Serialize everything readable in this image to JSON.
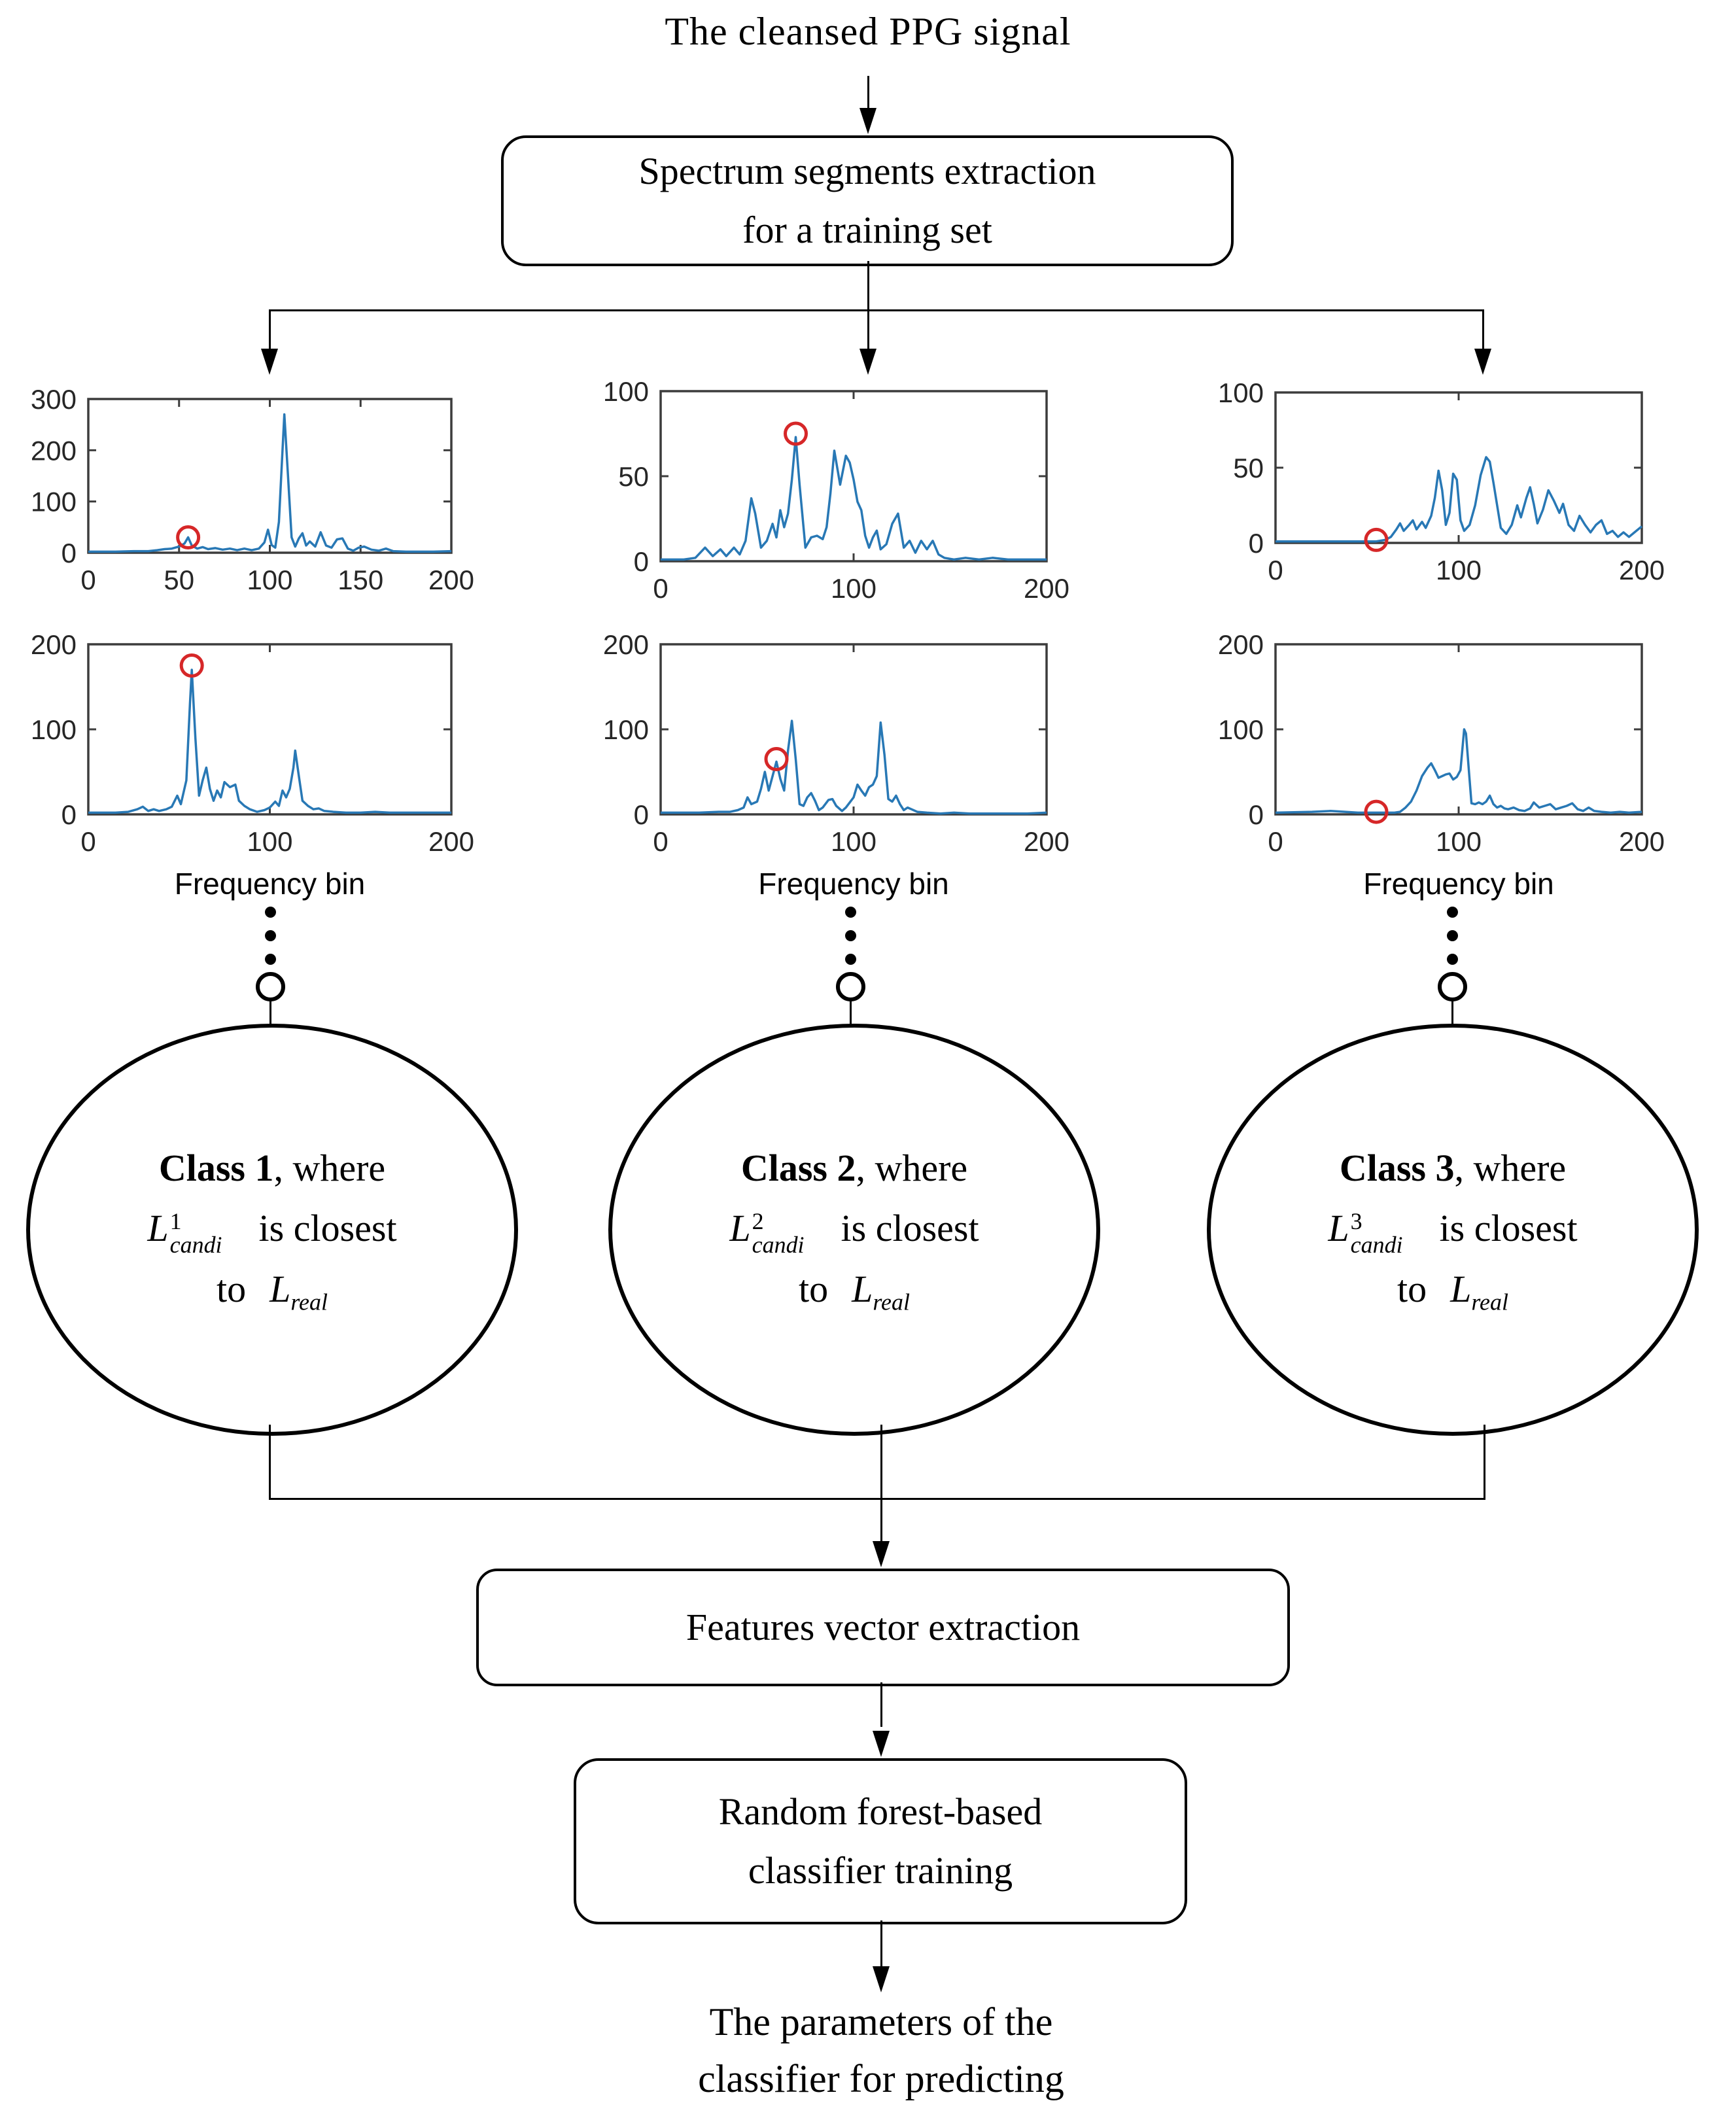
{
  "title": "The cleansed PPG signal",
  "boxes": {
    "spectrum": {
      "line1": "Spectrum segments extraction",
      "line2": "for a training set"
    },
    "features": {
      "line1": "Features vector extraction"
    },
    "random_forest": {
      "line1": "Random forest-based",
      "line2": "classifier training"
    }
  },
  "end_text": {
    "line1": "The parameters of the",
    "line2": "classifier for predicting"
  },
  "phrases": {
    "is_closest": "is closest",
    "to": "to"
  },
  "math": {
    "L": "L",
    "candi_sub": "candi",
    "real_sub": "real"
  },
  "classes": [
    {
      "label": "Class 1",
      "where": ", where",
      "sup": "1"
    },
    {
      "label": "Class 2",
      "where": ", where",
      "sup": "2"
    },
    {
      "label": "Class 3",
      "where": ", where",
      "sup": "3"
    }
  ],
  "colors": {
    "line": "#2878b5",
    "marker": "#d62728",
    "axis": "#3c3c3c",
    "tick_text": "#262626",
    "text": "#000000"
  },
  "chart_data": [
    {
      "id": "spectrum-plot-row1-col1",
      "type": "line",
      "xlim": [
        0,
        200
      ],
      "ylim": [
        0,
        300
      ],
      "xticks": [
        0,
        50,
        100,
        150,
        200
      ],
      "yticks": [
        0,
        100,
        200,
        300
      ],
      "xlabel": "",
      "marker": {
        "x": 55,
        "y": 30
      },
      "points": [
        [
          0,
          2
        ],
        [
          15,
          2
        ],
        [
          25,
          3
        ],
        [
          33,
          3
        ],
        [
          38,
          5
        ],
        [
          42,
          7
        ],
        [
          46,
          8
        ],
        [
          50,
          12
        ],
        [
          53,
          18
        ],
        [
          55,
          30
        ],
        [
          57,
          14
        ],
        [
          60,
          8
        ],
        [
          63,
          11
        ],
        [
          66,
          7
        ],
        [
          70,
          9
        ],
        [
          74,
          6
        ],
        [
          78,
          8
        ],
        [
          82,
          5
        ],
        [
          86,
          8
        ],
        [
          90,
          5
        ],
        [
          94,
          8
        ],
        [
          97,
          20
        ],
        [
          99,
          45
        ],
        [
          101,
          15
        ],
        [
          103,
          10
        ],
        [
          105,
          60
        ],
        [
          107,
          200
        ],
        [
          108,
          270
        ],
        [
          110,
          150
        ],
        [
          112,
          30
        ],
        [
          114,
          12
        ],
        [
          116,
          28
        ],
        [
          118,
          38
        ],
        [
          120,
          14
        ],
        [
          122,
          22
        ],
        [
          125,
          12
        ],
        [
          128,
          40
        ],
        [
          131,
          14
        ],
        [
          134,
          10
        ],
        [
          137,
          26
        ],
        [
          140,
          28
        ],
        [
          143,
          8
        ],
        [
          146,
          4
        ],
        [
          149,
          10
        ],
        [
          152,
          12
        ],
        [
          156,
          6
        ],
        [
          160,
          4
        ],
        [
          164,
          8
        ],
        [
          168,
          3
        ],
        [
          175,
          2
        ],
        [
          182,
          2
        ],
        [
          190,
          2
        ],
        [
          200,
          3
        ]
      ]
    },
    {
      "id": "spectrum-plot-row1-col2",
      "type": "line",
      "xlim": [
        0,
        200
      ],
      "ylim": [
        0,
        100
      ],
      "xticks": [
        0,
        100,
        200
      ],
      "yticks": [
        0,
        50,
        100
      ],
      "xlabel": "",
      "marker": {
        "x": 70,
        "y": 75
      },
      "points": [
        [
          0,
          1
        ],
        [
          12,
          1
        ],
        [
          18,
          2
        ],
        [
          23,
          8
        ],
        [
          27,
          3
        ],
        [
          31,
          7
        ],
        [
          34,
          3
        ],
        [
          38,
          8
        ],
        [
          41,
          4
        ],
        [
          44,
          12
        ],
        [
          47,
          37
        ],
        [
          49,
          28
        ],
        [
          52,
          8
        ],
        [
          55,
          12
        ],
        [
          58,
          22
        ],
        [
          60,
          14
        ],
        [
          62,
          30
        ],
        [
          64,
          20
        ],
        [
          66,
          28
        ],
        [
          68,
          48
        ],
        [
          70,
          73
        ],
        [
          72,
          45
        ],
        [
          75,
          8
        ],
        [
          78,
          14
        ],
        [
          81,
          15
        ],
        [
          84,
          13
        ],
        [
          86,
          20
        ],
        [
          88,
          40
        ],
        [
          90,
          65
        ],
        [
          93,
          45
        ],
        [
          96,
          62
        ],
        [
          98,
          58
        ],
        [
          100,
          48
        ],
        [
          102,
          35
        ],
        [
          104,
          30
        ],
        [
          106,
          15
        ],
        [
          108,
          8
        ],
        [
          110,
          14
        ],
        [
          112,
          18
        ],
        [
          114,
          7
        ],
        [
          117,
          10
        ],
        [
          120,
          22
        ],
        [
          123,
          28
        ],
        [
          126,
          8
        ],
        [
          129,
          12
        ],
        [
          132,
          5
        ],
        [
          135,
          12
        ],
        [
          138,
          7
        ],
        [
          141,
          12
        ],
        [
          144,
          4
        ],
        [
          147,
          2
        ],
        [
          152,
          1
        ],
        [
          158,
          2
        ],
        [
          165,
          1
        ],
        [
          172,
          2
        ],
        [
          180,
          1
        ],
        [
          190,
          1
        ],
        [
          200,
          1
        ]
      ]
    },
    {
      "id": "spectrum-plot-row1-col3",
      "type": "line",
      "xlim": [
        0,
        200
      ],
      "ylim": [
        0,
        100
      ],
      "xticks": [
        0,
        100,
        200
      ],
      "yticks": [
        0,
        50,
        100
      ],
      "xlabel": "",
      "marker": {
        "x": 55,
        "y": 2
      },
      "points": [
        [
          0,
          1
        ],
        [
          20,
          1
        ],
        [
          35,
          1
        ],
        [
          45,
          1
        ],
        [
          50,
          1
        ],
        [
          55,
          1
        ],
        [
          60,
          2
        ],
        [
          63,
          4
        ],
        [
          66,
          9
        ],
        [
          68,
          13
        ],
        [
          70,
          8
        ],
        [
          73,
          12
        ],
        [
          75,
          15
        ],
        [
          77,
          9
        ],
        [
          80,
          14
        ],
        [
          82,
          10
        ],
        [
          85,
          18
        ],
        [
          87,
          30
        ],
        [
          89,
          48
        ],
        [
          91,
          35
        ],
        [
          93,
          12
        ],
        [
          95,
          20
        ],
        [
          97,
          46
        ],
        [
          99,
          42
        ],
        [
          101,
          15
        ],
        [
          103,
          8
        ],
        [
          106,
          12
        ],
        [
          109,
          25
        ],
        [
          112,
          45
        ],
        [
          115,
          57
        ],
        [
          117,
          54
        ],
        [
          119,
          40
        ],
        [
          121,
          25
        ],
        [
          123,
          10
        ],
        [
          126,
          6
        ],
        [
          129,
          12
        ],
        [
          132,
          25
        ],
        [
          134,
          17
        ],
        [
          137,
          30
        ],
        [
          139,
          37
        ],
        [
          141,
          26
        ],
        [
          143,
          13
        ],
        [
          146,
          22
        ],
        [
          149,
          35
        ],
        [
          152,
          28
        ],
        [
          155,
          20
        ],
        [
          157,
          26
        ],
        [
          160,
          12
        ],
        [
          163,
          8
        ],
        [
          166,
          18
        ],
        [
          169,
          12
        ],
        [
          172,
          7
        ],
        [
          175,
          12
        ],
        [
          178,
          15
        ],
        [
          181,
          6
        ],
        [
          184,
          8
        ],
        [
          187,
          4
        ],
        [
          190,
          7
        ],
        [
          193,
          4
        ],
        [
          196,
          7
        ],
        [
          200,
          11
        ]
      ]
    },
    {
      "id": "spectrum-plot-row2-col1",
      "type": "line",
      "xlim": [
        0,
        200
      ],
      "ylim": [
        0,
        200
      ],
      "xticks": [
        0,
        100,
        200
      ],
      "yticks": [
        0,
        100,
        200
      ],
      "xlabel": "Frequency bin",
      "marker": {
        "x": 57,
        "y": 175
      },
      "points": [
        [
          0,
          2
        ],
        [
          15,
          2
        ],
        [
          22,
          3
        ],
        [
          27,
          6
        ],
        [
          30,
          9
        ],
        [
          33,
          4
        ],
        [
          36,
          6
        ],
        [
          39,
          4
        ],
        [
          43,
          6
        ],
        [
          46,
          9
        ],
        [
          49,
          22
        ],
        [
          51,
          12
        ],
        [
          54,
          40
        ],
        [
          56,
          130
        ],
        [
          57,
          170
        ],
        [
          59,
          90
        ],
        [
          61,
          22
        ],
        [
          63,
          40
        ],
        [
          65,
          55
        ],
        [
          67,
          30
        ],
        [
          69,
          16
        ],
        [
          71,
          28
        ],
        [
          73,
          20
        ],
        [
          75,
          38
        ],
        [
          78,
          32
        ],
        [
          81,
          35
        ],
        [
          83,
          16
        ],
        [
          86,
          10
        ],
        [
          89,
          6
        ],
        [
          93,
          3
        ],
        [
          97,
          5
        ],
        [
          100,
          8
        ],
        [
          103,
          15
        ],
        [
          105,
          10
        ],
        [
          107,
          28
        ],
        [
          109,
          20
        ],
        [
          111,
          30
        ],
        [
          113,
          55
        ],
        [
          114,
          75
        ],
        [
          116,
          45
        ],
        [
          118,
          16
        ],
        [
          121,
          10
        ],
        [
          124,
          6
        ],
        [
          127,
          7
        ],
        [
          130,
          4
        ],
        [
          135,
          3
        ],
        [
          142,
          2
        ],
        [
          150,
          2
        ],
        [
          158,
          3
        ],
        [
          166,
          2
        ],
        [
          175,
          2
        ],
        [
          185,
          2
        ],
        [
          200,
          2
        ]
      ]
    },
    {
      "id": "spectrum-plot-row2-col2",
      "type": "line",
      "xlim": [
        0,
        200
      ],
      "ylim": [
        0,
        200
      ],
      "xticks": [
        0,
        100,
        200
      ],
      "yticks": [
        0,
        100,
        200
      ],
      "xlabel": "Frequency bin",
      "marker": {
        "x": 60,
        "y": 65
      },
      "points": [
        [
          0,
          2
        ],
        [
          20,
          2
        ],
        [
          30,
          3
        ],
        [
          36,
          3
        ],
        [
          40,
          5
        ],
        [
          43,
          8
        ],
        [
          45,
          20
        ],
        [
          47,
          12
        ],
        [
          50,
          15
        ],
        [
          52,
          30
        ],
        [
          54,
          50
        ],
        [
          56,
          28
        ],
        [
          58,
          45
        ],
        [
          60,
          62
        ],
        [
          62,
          42
        ],
        [
          64,
          28
        ],
        [
          66,
          75
        ],
        [
          68,
          110
        ],
        [
          70,
          65
        ],
        [
          72,
          12
        ],
        [
          74,
          10
        ],
        [
          76,
          20
        ],
        [
          78,
          25
        ],
        [
          80,
          16
        ],
        [
          82,
          5
        ],
        [
          84,
          8
        ],
        [
          87,
          17
        ],
        [
          89,
          18
        ],
        [
          91,
          10
        ],
        [
          94,
          4
        ],
        [
          96,
          8
        ],
        [
          98,
          14
        ],
        [
          100,
          20
        ],
        [
          102,
          35
        ],
        [
          104,
          28
        ],
        [
          106,
          22
        ],
        [
          108,
          32
        ],
        [
          110,
          35
        ],
        [
          112,
          45
        ],
        [
          114,
          108
        ],
        [
          116,
          70
        ],
        [
          118,
          18
        ],
        [
          120,
          15
        ],
        [
          122,
          22
        ],
        [
          124,
          12
        ],
        [
          126,
          5
        ],
        [
          128,
          8
        ],
        [
          130,
          6
        ],
        [
          133,
          3
        ],
        [
          138,
          2
        ],
        [
          145,
          1
        ],
        [
          152,
          2
        ],
        [
          160,
          1
        ],
        [
          170,
          1
        ],
        [
          180,
          1
        ],
        [
          190,
          1
        ],
        [
          200,
          2
        ]
      ]
    },
    {
      "id": "spectrum-plot-row2-col3",
      "type": "line",
      "xlim": [
        0,
        200
      ],
      "ylim": [
        0,
        200
      ],
      "xticks": [
        0,
        100,
        200
      ],
      "yticks": [
        0,
        100,
        200
      ],
      "xlabel": "Frequency bin",
      "marker": {
        "x": 55,
        "y": 3
      },
      "points": [
        [
          0,
          2
        ],
        [
          20,
          3
        ],
        [
          30,
          4
        ],
        [
          38,
          3
        ],
        [
          45,
          2
        ],
        [
          50,
          2
        ],
        [
          55,
          2
        ],
        [
          60,
          2
        ],
        [
          65,
          2
        ],
        [
          68,
          3
        ],
        [
          71,
          8
        ],
        [
          74,
          15
        ],
        [
          77,
          28
        ],
        [
          80,
          45
        ],
        [
          83,
          55
        ],
        [
          85,
          60
        ],
        [
          87,
          52
        ],
        [
          89,
          43
        ],
        [
          91,
          45
        ],
        [
          93,
          47
        ],
        [
          95,
          48
        ],
        [
          97,
          41
        ],
        [
          99,
          44
        ],
        [
          101,
          52
        ],
        [
          103,
          100
        ],
        [
          104,
          95
        ],
        [
          106,
          40
        ],
        [
          107,
          13
        ],
        [
          109,
          12
        ],
        [
          111,
          14
        ],
        [
          113,
          12
        ],
        [
          115,
          15
        ],
        [
          117,
          22
        ],
        [
          119,
          12
        ],
        [
          121,
          8
        ],
        [
          123,
          10
        ],
        [
          125,
          7
        ],
        [
          127,
          6
        ],
        [
          130,
          8
        ],
        [
          133,
          5
        ],
        [
          136,
          4
        ],
        [
          139,
          7
        ],
        [
          141,
          14
        ],
        [
          144,
          8
        ],
        [
          147,
          10
        ],
        [
          150,
          12
        ],
        [
          153,
          6
        ],
        [
          156,
          8
        ],
        [
          159,
          10
        ],
        [
          162,
          13
        ],
        [
          165,
          6
        ],
        [
          168,
          4
        ],
        [
          171,
          8
        ],
        [
          174,
          4
        ],
        [
          178,
          3
        ],
        [
          183,
          2
        ],
        [
          188,
          3
        ],
        [
          193,
          2
        ],
        [
          200,
          3
        ]
      ]
    }
  ]
}
